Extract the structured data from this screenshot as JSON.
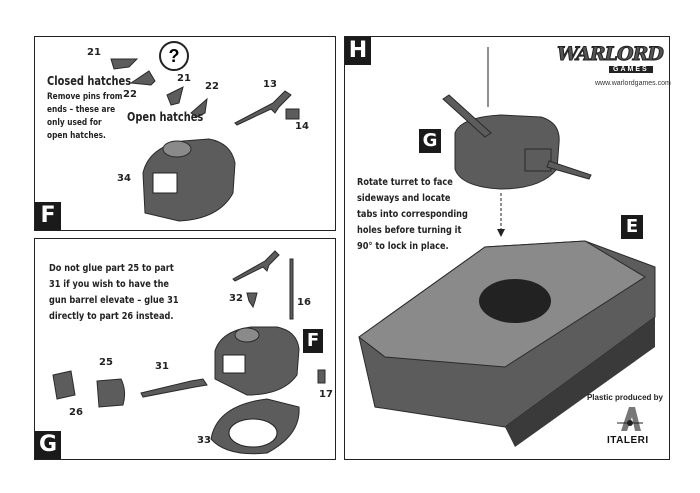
{
  "panel_f": {
    "step": "F",
    "closed_hatches": "Closed hatches",
    "note_lines": [
      "Remove pins from",
      "ends – these are",
      "only used for",
      "open hatches."
    ],
    "open_hatches": "Open hatches",
    "question_mark": "?",
    "parts": {
      "p21a": "21",
      "p22a": "22",
      "p21b": "21",
      "p22b": "22",
      "p13": "13",
      "p14": "14",
      "p34": "34"
    }
  },
  "panel_g": {
    "step": "G",
    "note_lines": [
      "Do not glue part 25 to part",
      "31 if you wish to have the",
      "gun barrel elevate – glue 31",
      "directly to part 26 instead."
    ],
    "sub_step": "F",
    "parts": {
      "p32": "32",
      "p16": "16",
      "p25": "25",
      "p31": "31",
      "p26": "26",
      "p33": "33",
      "p17": "17"
    }
  },
  "panel_h": {
    "step": "H",
    "sub_step_g": "G",
    "sub_step_e": "E",
    "note_lines": [
      "Rotate turret to face",
      "sideways and locate",
      "tabs into corresponding",
      "holes before turning it",
      "90° to lock in place."
    ],
    "logo": {
      "brand": "WARLORD",
      "sub": "GAMES",
      "url": "www.warlordgames.com"
    },
    "plastic_label": "Plastic produced by",
    "italeri": "ITALERI"
  }
}
